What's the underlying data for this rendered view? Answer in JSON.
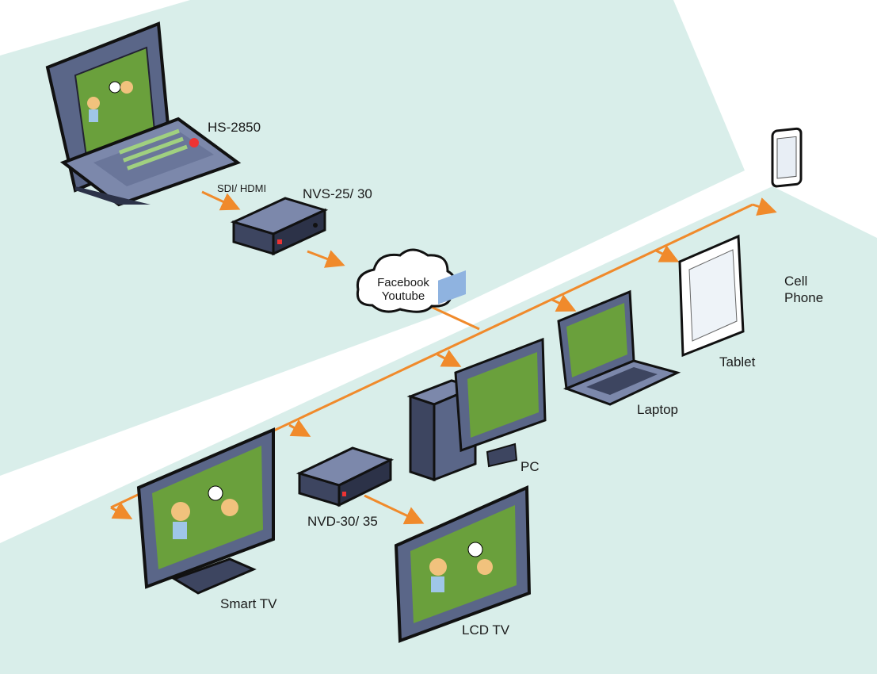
{
  "colors": {
    "band": "#d9eeea",
    "wire": "#f08a2b",
    "device_dark": "#3d4560",
    "device_mid": "#5a6688",
    "device_light": "#7c88ab",
    "screen_grass": "#6aa03c",
    "outline": "#111111"
  },
  "source": {
    "switcher_label": "HS-2850",
    "connection_label": "SDI/ HDMI",
    "encoder_label": "NVS-25/ 30"
  },
  "cloud": {
    "line1": "Facebook",
    "line2": "Youtube"
  },
  "receivers": {
    "smart_tv": "Smart TV",
    "decoder": "NVD-30/ 35",
    "lcd_tv": "LCD TV",
    "pc": "PC",
    "laptop": "Laptop",
    "tablet": "Tablet",
    "cell_phone_line1": "Cell",
    "cell_phone_line2": "Phone"
  }
}
